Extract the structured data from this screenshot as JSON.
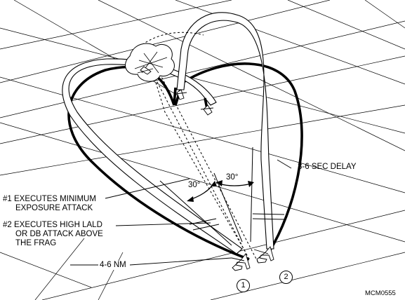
{
  "labels": {
    "delay": "3-6 SEC DELAY",
    "angle_left": "30°",
    "angle_right": "30°",
    "exec1_line1": "#1 EXECUTES MINIMUM",
    "exec1_line2": "EXPOSURE ATTACK",
    "exec2_line1": "#2 EXECUTES HIGH LALD",
    "exec2_line2": "OR DB ATTACK ABOVE",
    "exec2_line3": "THE FRAG",
    "distance": "4-6 NM",
    "aircraft_1": "1",
    "aircraft_2": "2",
    "figure_id": "MCM0555"
  }
}
